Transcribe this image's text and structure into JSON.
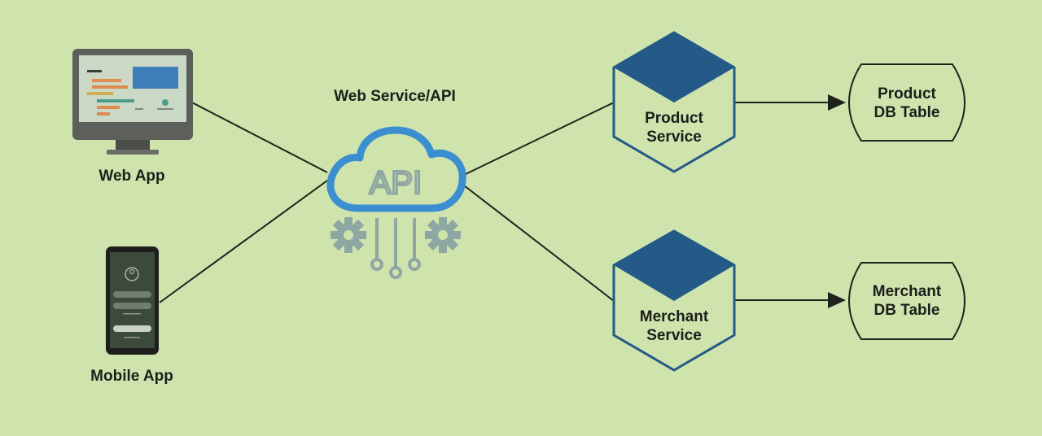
{
  "nodes": {
    "web_app": {
      "label": "Web App"
    },
    "mobile_app": {
      "label": "Mobile App"
    },
    "api": {
      "label": "Web Service/API",
      "icon_text": "API"
    },
    "product_service": {
      "line1": "Product",
      "line2": "Service"
    },
    "merchant_service": {
      "line1": "Merchant",
      "line2": "Service"
    },
    "product_db": {
      "line1": "Product",
      "line2": "DB Table"
    },
    "merchant_db": {
      "line1": "Merchant",
      "line2": "DB Table"
    }
  },
  "colors": {
    "background": "#cfe3ad",
    "hex_blue": "#235a87",
    "cloud_blue": "#3b8fd0",
    "gear_gray": "#8fa7a3",
    "line": "#1f231c"
  }
}
